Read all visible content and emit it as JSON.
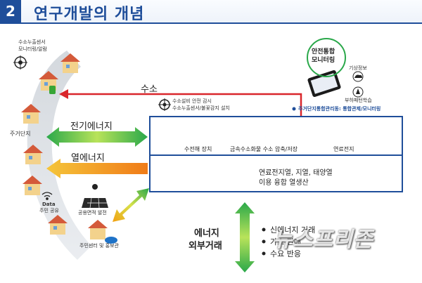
{
  "header": {
    "number": "2",
    "title": "연구개발의 개념"
  },
  "left": {
    "sensor_label_line1": "수소누출센서",
    "sensor_label_line2": "모니터링/알람",
    "complex_label": "주거단지",
    "data_label": "Data",
    "share_label": "주민 공유",
    "solar_label": "공용면적 발전",
    "center_label": "주민센터 및 홍보관"
  },
  "arrows": {
    "hydrogen": "수소",
    "electric": "전기에너지",
    "heat": "열에너지"
  },
  "facility": {
    "safety_line1": "수소설비 안전 감시",
    "safety_line2": "수소누출센서/불꽃감지 설치",
    "step1": "수전해 장치",
    "step2": "금속수소화물 수소 압축/저장",
    "step3": "연료전지",
    "heat_line1": "연료전지열, 지열, 태양열",
    "heat_line2": "이용 융합 열생산"
  },
  "right": {
    "monitor_line1": "안전통합",
    "monitor_line2": "모니터링",
    "weather": "기상정보",
    "load_learning": "부하패턴학습",
    "center_bullet": "주거단지통합관리동: 통합관제/모니터링"
  },
  "external": {
    "label_line1": "에너지",
    "label_line2": "외부거래",
    "bullets": [
      "신에너지 거래",
      "가스 판매",
      "수요 반응"
    ]
  },
  "watermark": "뉴스프리존",
  "colors": {
    "brand": "#1f4e9a",
    "hydrogen_arrow": "#d9262b",
    "electric": "#2aa84a",
    "heat": "#f2a012"
  }
}
